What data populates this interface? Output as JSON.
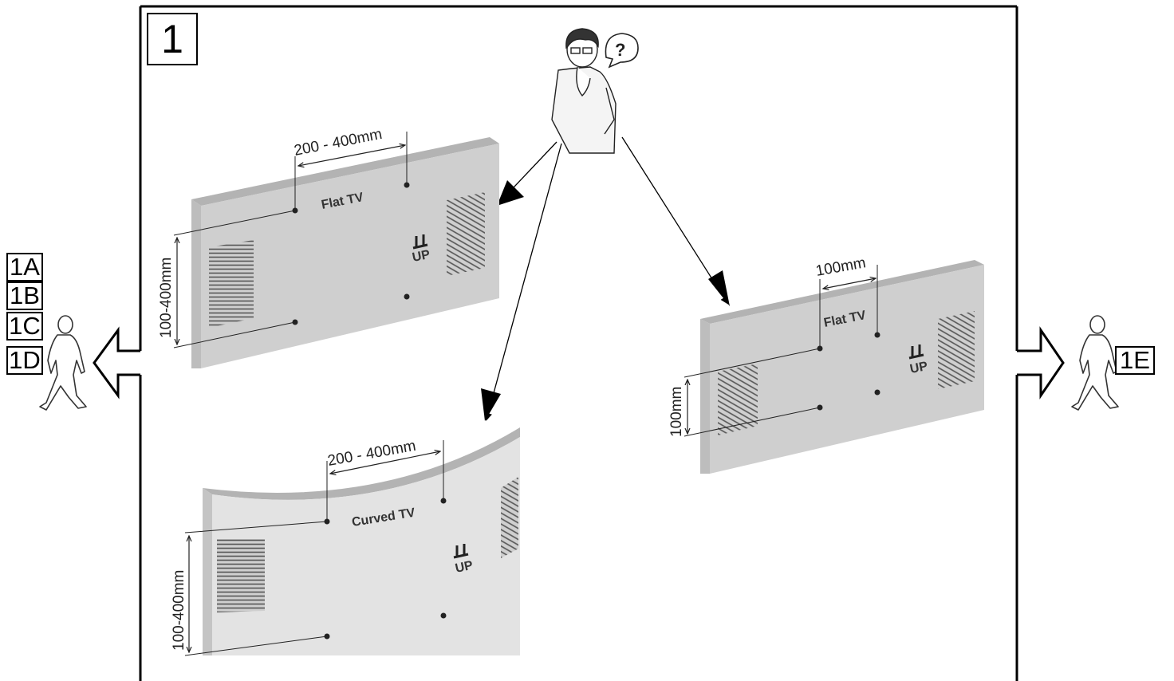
{
  "step_number": "1",
  "navigation": {
    "previous_steps": [
      "1A",
      "1B",
      "1C",
      "1D"
    ],
    "next_step": "1E"
  },
  "question_icon": "question-mark-icon",
  "panels": {
    "flat_tv_large": {
      "label": "Flat TV",
      "horizontal_dimension": "200 - 400mm",
      "vertical_dimension": "100-400mm",
      "up_label": "UP"
    },
    "flat_tv_small": {
      "label": "Flat TV",
      "horizontal_dimension": "100mm",
      "vertical_dimension": "100mm",
      "up_label": "UP"
    },
    "curved_tv": {
      "label": "Curved TV",
      "horizontal_dimension": "200 - 400mm",
      "vertical_dimension": "100-400mm",
      "up_label": "UP"
    }
  }
}
